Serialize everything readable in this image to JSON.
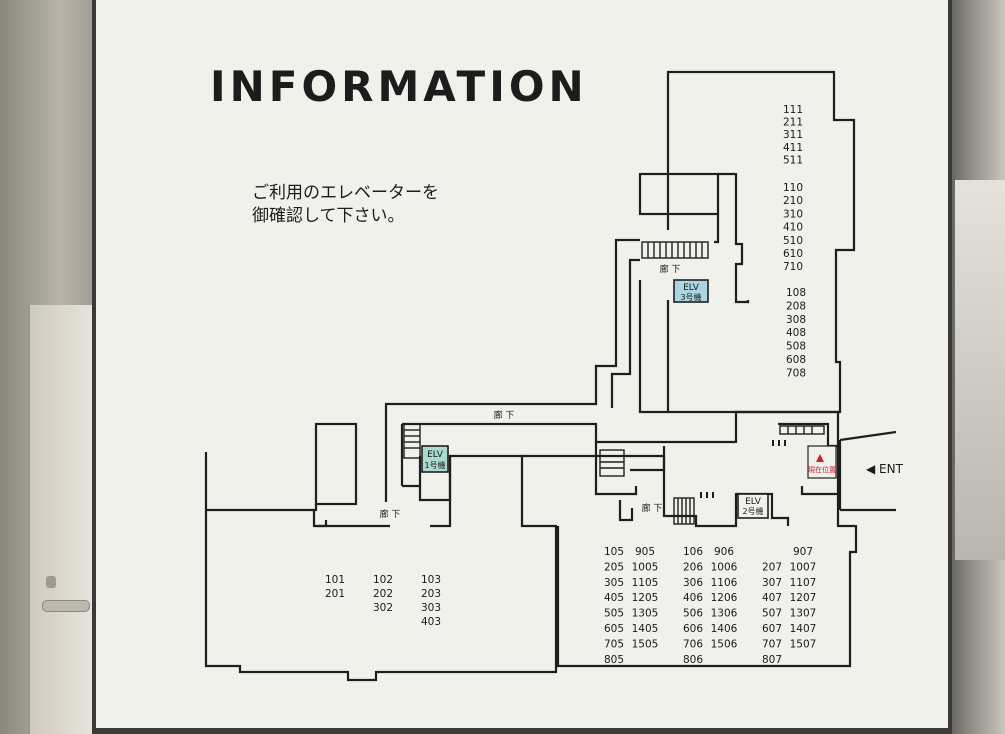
{
  "sign": {
    "title": "INFORMATION",
    "notice_lines": [
      "ご利用のエレベーターを",
      "御確認して下さい。"
    ],
    "entrance_label": "◀ ENT",
    "current_location": "現在位置",
    "corridor_label": "廊 下",
    "elevators": [
      {
        "id": "elv3",
        "line1": "ELV",
        "line2": "3号機",
        "color": "#a9d6e2"
      },
      {
        "id": "elv1",
        "line1": "ELV",
        "line2": "1号機",
        "color": "#a9d9cf"
      },
      {
        "id": "elv2",
        "line1": "ELV",
        "line2": "2号機",
        "color": "#f1f1ec"
      }
    ],
    "room_columns": {
      "north_1": [
        "111",
        "211",
        "311",
        "411",
        "511"
      ],
      "north_2": [
        "110",
        "210",
        "310",
        "410",
        "510",
        "610",
        "710"
      ],
      "north_3": [
        "108",
        "208",
        "308",
        "408",
        "508",
        "608",
        "708"
      ],
      "west_1": [
        "101",
        "201"
      ],
      "west_2": [
        "102",
        "202",
        "302"
      ],
      "west_3": [
        "103",
        "203",
        "303",
        "403"
      ],
      "south_a": [
        "105",
        "205",
        "305",
        "405",
        "505",
        "605",
        "705",
        "805"
      ],
      "south_b": [
        "905",
        "1005",
        "1105",
        "1205",
        "1305",
        "1405",
        "1505"
      ],
      "south_c": [
        "106",
        "206",
        "306",
        "406",
        "506",
        "606",
        "706",
        "806"
      ],
      "south_d": [
        "906",
        "1006",
        "1106",
        "1206",
        "1306",
        "1406",
        "1506"
      ],
      "south_e": [
        "207",
        "307",
        "407",
        "507",
        "607",
        "707",
        "807"
      ],
      "south_f": [
        "907",
        "1007",
        "1107",
        "1207",
        "1307",
        "1407",
        "1507"
      ]
    },
    "colors": {
      "lines": "#1e1e1e",
      "marker": "#d0202c",
      "board": "#f1f1ec"
    }
  }
}
